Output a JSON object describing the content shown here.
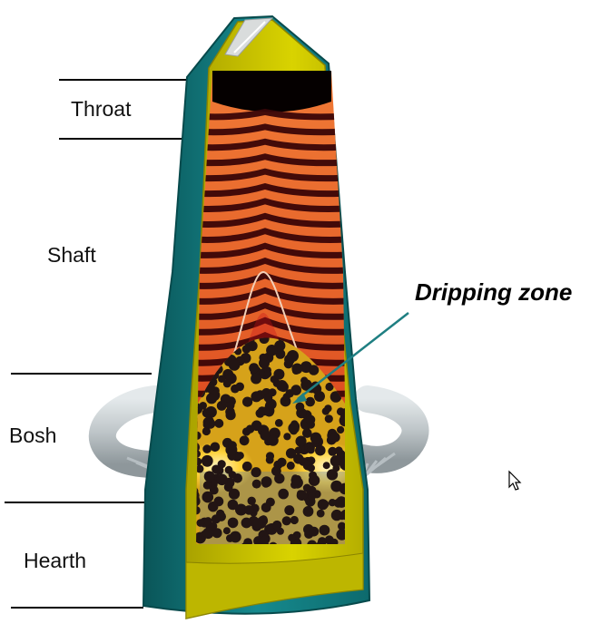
{
  "labels": {
    "throat": "Throat",
    "shaft": "Shaft",
    "bosh": "Bosh",
    "hearth": "Hearth"
  },
  "callout": {
    "text": "Dripping zone",
    "color": "#1f7f82"
  },
  "colors": {
    "shell": "#0e6b6e",
    "lining": "#c8c200",
    "burden_orange": "#e8682a",
    "burden_dark": "#3a0608",
    "coke": "#221514",
    "tuyere_pipe": "#c9cfd2"
  },
  "icons": {
    "cursor": "mouse-pointer-icon"
  }
}
